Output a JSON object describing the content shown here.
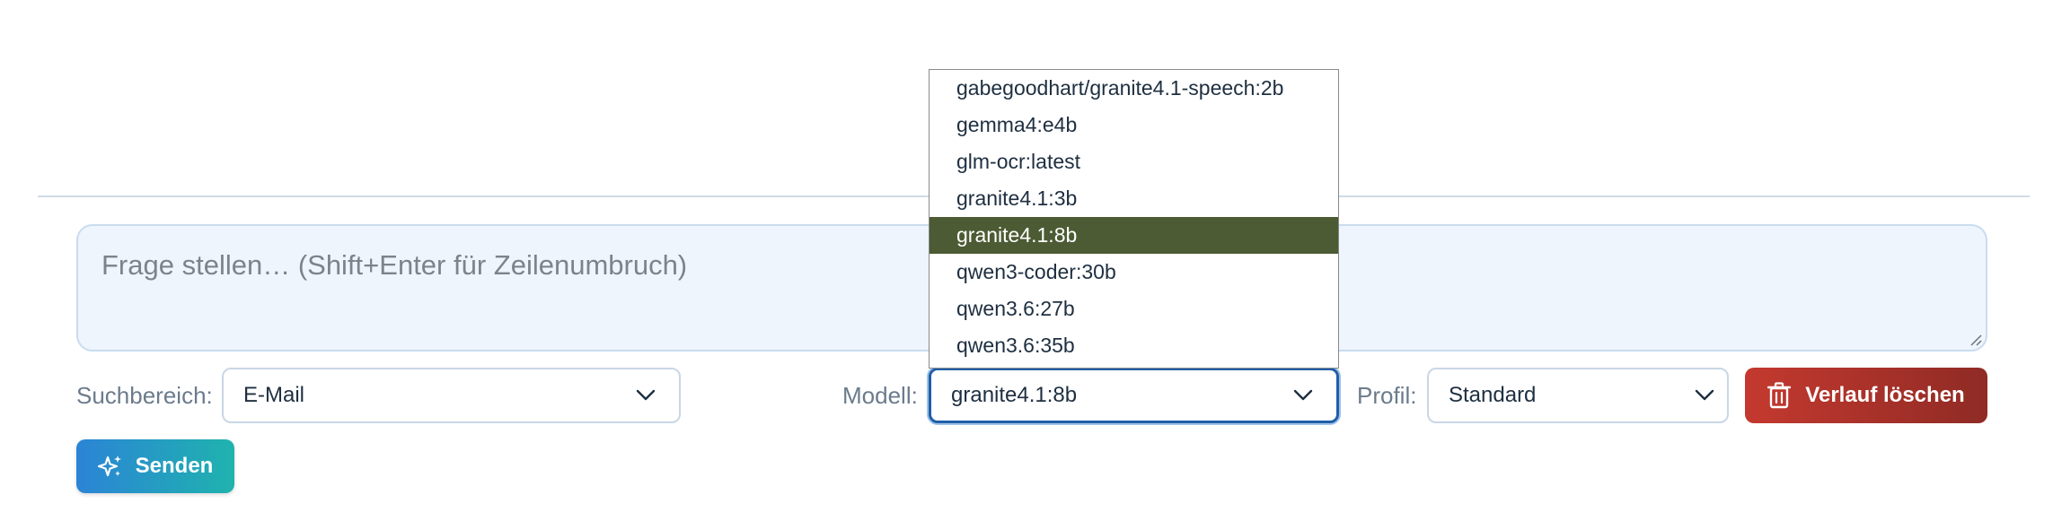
{
  "question": {
    "placeholder": "Frage stellen… (Shift+Enter für Zeilenumbruch)"
  },
  "search_scope": {
    "label": "Suchbereich:",
    "value": "E-Mail"
  },
  "model": {
    "label": "Modell:",
    "value": "granite4.1:8b",
    "options": [
      "gabegoodhart/granite4.1-speech:2b",
      "gemma4:e4b",
      "glm-ocr:latest",
      "granite4.1:3b",
      "granite4.1:8b",
      "qwen3-coder:30b",
      "qwen3.6:27b",
      "qwen3.6:35b"
    ],
    "highlighted_index": 4
  },
  "profile": {
    "label": "Profil:",
    "value": "Standard"
  },
  "buttons": {
    "clear_history": "Verlauf löschen",
    "send": "Senden"
  },
  "icons": {
    "clear_history": "trash-icon",
    "send": "sparkles-icon",
    "select": "chevron-down-icon"
  },
  "colors": {
    "clear_button": "#c4392f",
    "send_button": "#2b84d6",
    "highlight": "#4c5b33",
    "focus_border": "#1f5fa8"
  }
}
